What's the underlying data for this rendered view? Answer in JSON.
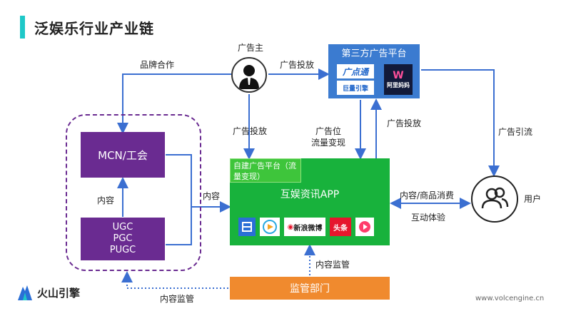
{
  "title": "泛娱乐行业产业链",
  "nodes": {
    "advertiser": "广告主",
    "third_party": "第三方广告平台",
    "mcn": "MCN/工会",
    "ugc_lines": [
      "UGC",
      "PGC",
      "PUGC"
    ],
    "self_built": "自建广告平台（流量变现）",
    "app": "互娱资讯APP",
    "regulator": "监管部门",
    "user": "用户"
  },
  "third_party_logos": [
    "广点通",
    "巨量引擎",
    "阿里妈妈"
  ],
  "app_icons": [
    "新浪微博",
    "头条"
  ],
  "edges": {
    "brand_coop": "品牌合作",
    "ad_placement_top": "广告投放",
    "ad_placement_left": "广告投放",
    "ad_slot": "广告位",
    "traffic_monetize": "流量变现",
    "ad_placement_right": "广告投放",
    "ad_traffic": "广告引流",
    "content_left": "内容",
    "content_mid": "内容",
    "content_consume": "内容/商品消费",
    "interaction": "互动体验",
    "content_supervision_mid": "内容监管",
    "content_supervision_bottom": "内容监管"
  },
  "footer": {
    "brand": "火山引擎",
    "url": "www.volcengine.cn"
  },
  "colors": {
    "purple": "#6a2b91",
    "green": "#18b23c",
    "blue": "#3b7bd0",
    "orange": "#f08a2e",
    "arrow": "#3b6fd1",
    "accent": "#1ec8c8"
  }
}
